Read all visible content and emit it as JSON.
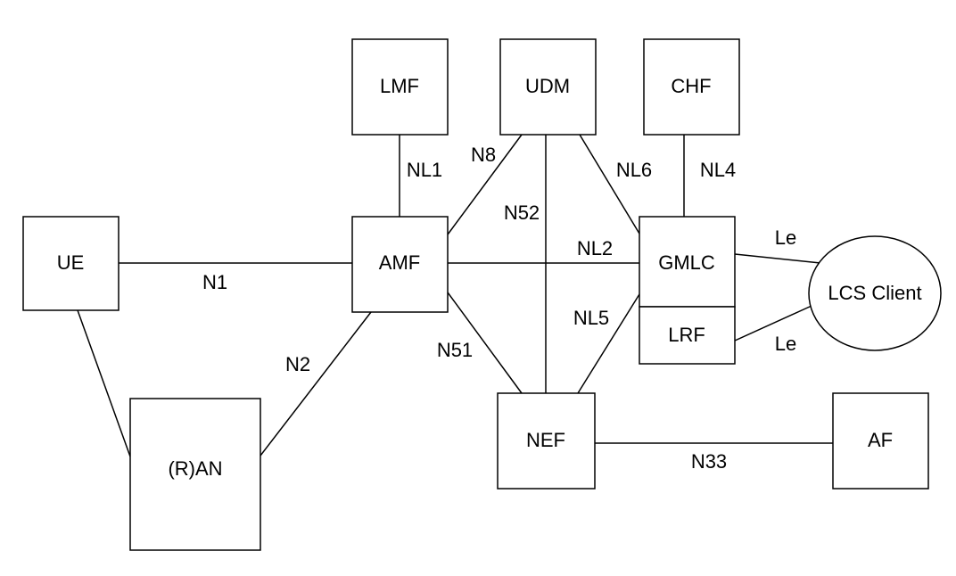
{
  "nodes": {
    "ue": "UE",
    "ran": "(R)AN",
    "amf": "AMF",
    "lmf": "LMF",
    "udm": "UDM",
    "chf": "CHF",
    "gmlc": "GMLC",
    "lrf": "LRF",
    "lcs_client": "LCS Client",
    "nef": "NEF",
    "af": "AF"
  },
  "interfaces": {
    "n1": "N1",
    "n2": "N2",
    "nl1": "NL1",
    "n8": "N8",
    "n52": "N52",
    "nl6": "NL6",
    "nl4": "NL4",
    "nl2": "NL2",
    "nl5": "NL5",
    "n51": "N51",
    "le_top": "Le",
    "le_bottom": "Le",
    "n33": "N33"
  }
}
